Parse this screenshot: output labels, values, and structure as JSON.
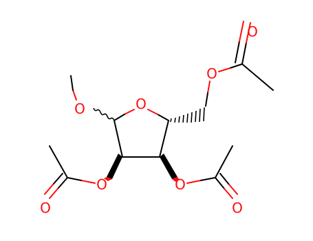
{
  "molecule": {
    "atoms": [
      {
        "id": "O1",
        "symbol": "O",
        "colour": "#ff0d0d"
      },
      {
        "id": "O2",
        "symbol": "O",
        "colour": "#ff0d0d"
      },
      {
        "id": "O3",
        "symbol": "O",
        "colour": "#ff0d0d"
      },
      {
        "id": "O4",
        "symbol": "O",
        "colour": "#ff0d0d"
      },
      {
        "id": "O5",
        "symbol": "O",
        "colour": "#ff0d0d"
      },
      {
        "id": "O6",
        "symbol": "O",
        "colour": "#ff0d0d"
      },
      {
        "id": "O7",
        "symbol": "O",
        "colour": "#ff0d0d"
      },
      {
        "id": "O8",
        "symbol": "O",
        "colour": "#ff0d0d"
      }
    ],
    "bond_colour": "#000000",
    "heteroatom_colour": "#ff0d0d"
  }
}
